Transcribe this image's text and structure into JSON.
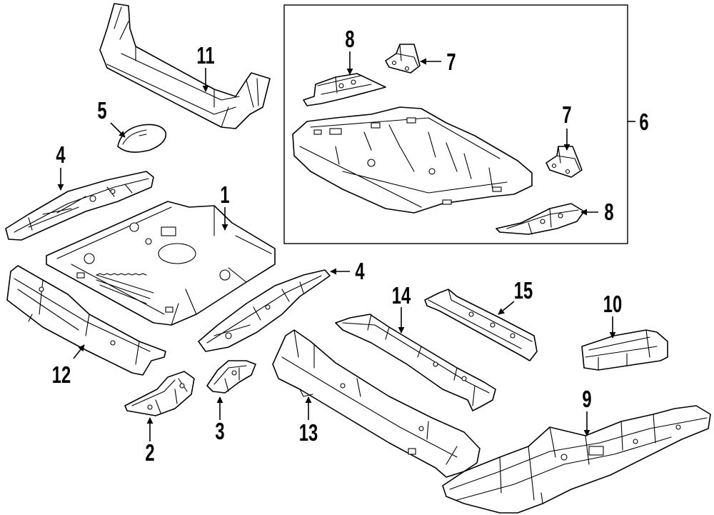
{
  "callouts": [
    {
      "id": "c1",
      "label": "1"
    },
    {
      "id": "c2",
      "label": "2"
    },
    {
      "id": "c3",
      "label": "3"
    },
    {
      "id": "c4a",
      "label": "4"
    },
    {
      "id": "c4b",
      "label": "4"
    },
    {
      "id": "c5",
      "label": "5"
    },
    {
      "id": "c6",
      "label": "6"
    },
    {
      "id": "c7a",
      "label": "7"
    },
    {
      "id": "c7b",
      "label": "7"
    },
    {
      "id": "c8a",
      "label": "8"
    },
    {
      "id": "c8b",
      "label": "8"
    },
    {
      "id": "c9",
      "label": "9"
    },
    {
      "id": "c10",
      "label": "10"
    },
    {
      "id": "c11",
      "label": "11"
    },
    {
      "id": "c12",
      "label": "12"
    },
    {
      "id": "c13",
      "label": "13"
    },
    {
      "id": "c14",
      "label": "14"
    },
    {
      "id": "c15",
      "label": "15"
    }
  ]
}
